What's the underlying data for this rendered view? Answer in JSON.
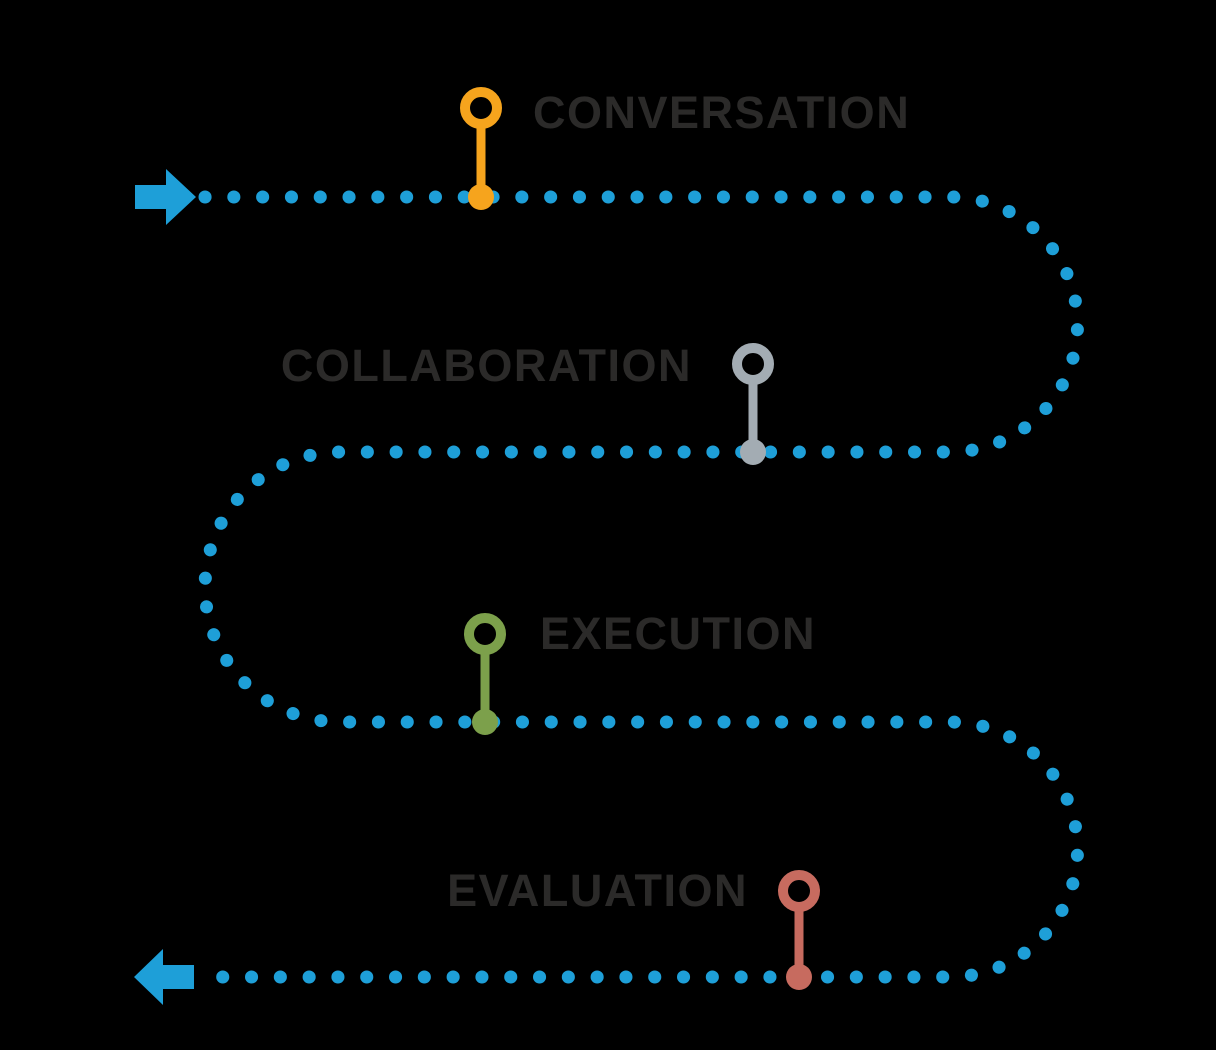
{
  "diagram": {
    "background_color": "#000000",
    "path_color": "#1E9FD8",
    "text_color": "#2B2A29",
    "path_style": "dotted",
    "start_arrow_direction": "right",
    "end_arrow_direction": "left"
  },
  "milestones": [
    {
      "label": "CONVERSATION",
      "color": "#F6A41D",
      "marker": "ring-stem-dot"
    },
    {
      "label": "COLLABORATION",
      "color": "#A3ACB3",
      "marker": "ring-stem-dot"
    },
    {
      "label": "EXECUTION",
      "color": "#7CA04B",
      "marker": "ring-stem-dot"
    },
    {
      "label": "EVALUATION",
      "color": "#C76B5F",
      "marker": "ring-stem-dot"
    }
  ]
}
